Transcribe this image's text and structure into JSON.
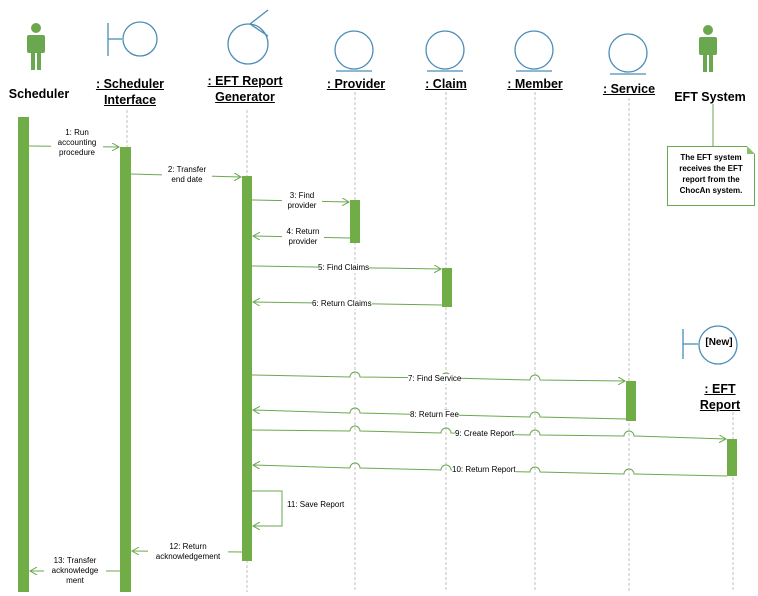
{
  "participants": {
    "scheduler": "Scheduler",
    "scheduler_interface": [
      ": Scheduler",
      "Interface"
    ],
    "report_generator": [
      ": EFT Report",
      "Generator"
    ],
    "provider": ": Provider",
    "claim": ": Claim",
    "member": ": Member",
    "service": ": Service",
    "eft_system": "EFT System",
    "eft_report": [
      ": EFT",
      "Report"
    ]
  },
  "new_tag": "[New]",
  "note": [
    "The EFT system",
    "receives the EFT",
    "report from the",
    "ChocAn system."
  ],
  "messages": {
    "m1": [
      "1: Run",
      "accounting",
      "procedure"
    ],
    "m2": [
      "2: Transfer",
      "end date"
    ],
    "m3": [
      "3: Find",
      "provider"
    ],
    "m4": [
      "4: Return",
      "provider"
    ],
    "m5": "5: Find Claims",
    "m6": "6: Return Claims",
    "m7": "7: Find Service",
    "m8": "8: Return Fee",
    "m9": "9: Create Report",
    "m10": "10: Return Report",
    "m11": "11: Save Report",
    "m12": [
      "12: Return",
      "acknowledgement"
    ],
    "m13": [
      "13: Transfer",
      "acknowledge",
      "ment"
    ]
  },
  "colors": {
    "green": "#6aa84f",
    "activation": "#70ad47",
    "boundary": "#4a8db7",
    "lifeline": "#bfbfbf"
  }
}
